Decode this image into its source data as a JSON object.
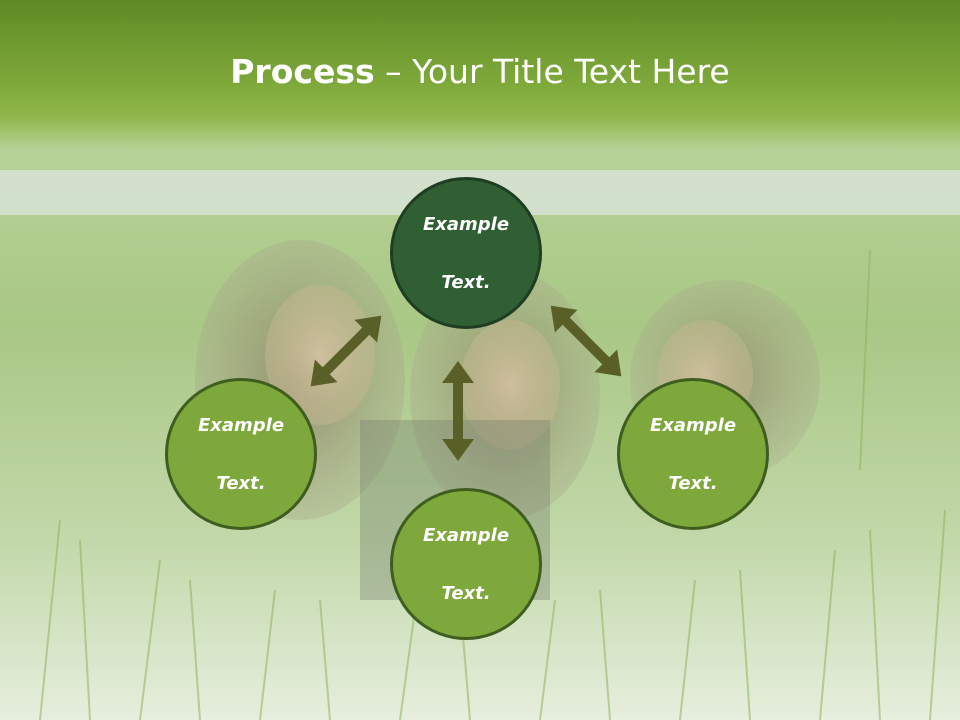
{
  "title": {
    "bold": "Process",
    "rest": " – Your Title Text Here"
  },
  "nodes": [
    {
      "id": "top",
      "text_line1": "Example",
      "text_line2": "Text."
    },
    {
      "id": "left",
      "text_line1": "Example",
      "text_line2": "Text."
    },
    {
      "id": "bottom",
      "text_line1": "Example",
      "text_line2": "Text."
    },
    {
      "id": "right",
      "text_line1": "Example",
      "text_line2": "Text."
    }
  ],
  "colors": {
    "header_green": "#6f9a2e",
    "node_top": "#2f5f33",
    "node_green": "#7ea73c",
    "arrow": "#5a5f28",
    "node_border": "#3f5d1f"
  },
  "background": "photo of three people lying in green grass (faded)"
}
